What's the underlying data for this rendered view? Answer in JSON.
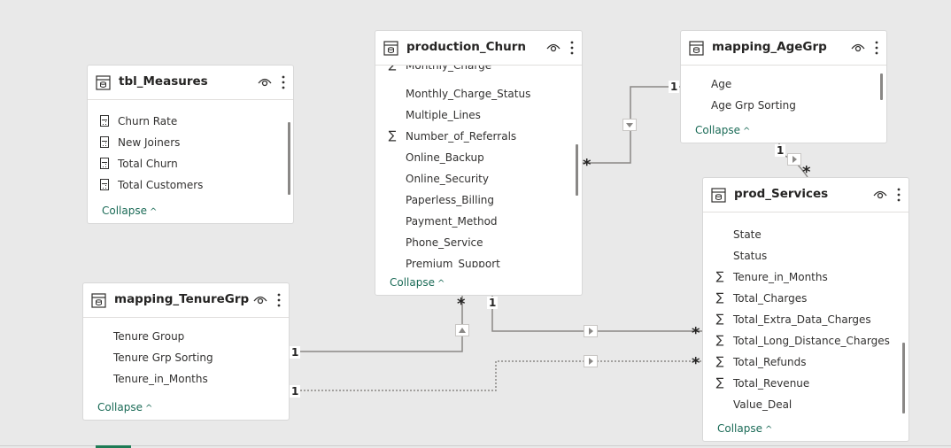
{
  "tables": {
    "tbl_measures": {
      "title": "tbl_Measures",
      "fields": [
        {
          "name": "Churn Rate",
          "icon": "calculator"
        },
        {
          "name": "New Joiners",
          "icon": "calculator"
        },
        {
          "name": "Total Churn",
          "icon": "calculator"
        },
        {
          "name": "Total Customers",
          "icon": "calculator"
        }
      ],
      "collapse_label": "Collapse"
    },
    "production_churn": {
      "title": "production_Churn",
      "fields": [
        {
          "name": "Monthly_Charge",
          "icon": "sum"
        },
        {
          "name": "Monthly_Charge_Status",
          "icon": ""
        },
        {
          "name": "Multiple_Lines",
          "icon": ""
        },
        {
          "name": "Number_of_Referrals",
          "icon": "sum"
        },
        {
          "name": "Online_Backup",
          "icon": ""
        },
        {
          "name": "Online_Security",
          "icon": ""
        },
        {
          "name": "Paperless_Billing",
          "icon": ""
        },
        {
          "name": "Payment_Method",
          "icon": ""
        },
        {
          "name": "Phone_Service",
          "icon": ""
        },
        {
          "name": "Premium_Support",
          "icon": ""
        }
      ],
      "collapse_label": "Collapse"
    },
    "mapping_agegrp": {
      "title": "mapping_AgeGrp",
      "fields": [
        {
          "name": "Age",
          "icon": ""
        },
        {
          "name": "Age Grp Sorting",
          "icon": ""
        }
      ],
      "collapse_label": "Collapse"
    },
    "mapping_tenuregrp": {
      "title": "mapping_TenureGrp",
      "fields": [
        {
          "name": "Tenure Group",
          "icon": ""
        },
        {
          "name": "Tenure Grp Sorting",
          "icon": ""
        },
        {
          "name": "Tenure_in_Months",
          "icon": ""
        }
      ],
      "collapse_label": "Collapse"
    },
    "prod_services": {
      "title": "prod_Services",
      "fields": [
        {
          "name": "State",
          "icon": ""
        },
        {
          "name": "Status",
          "icon": ""
        },
        {
          "name": "Tenure_in_Months",
          "icon": "sum"
        },
        {
          "name": "Total_Charges",
          "icon": "sum"
        },
        {
          "name": "Total_Extra_Data_Charges",
          "icon": "sum"
        },
        {
          "name": "Total_Long_Distance_Charges",
          "icon": "sum"
        },
        {
          "name": "Total_Refunds",
          "icon": "sum"
        },
        {
          "name": "Total_Revenue",
          "icon": "sum"
        },
        {
          "name": "Value_Deal",
          "icon": ""
        }
      ],
      "collapse_label": "Collapse"
    }
  },
  "cardinality": {
    "one": "1",
    "many": "*"
  },
  "icons": {
    "table": "table-icon",
    "visibility": "eye-icon",
    "more": "more-options-icon",
    "sum": "sigma-icon",
    "measure": "calculator-icon"
  },
  "colors": {
    "canvas": "#e9e9e9",
    "card": "#ffffff",
    "collapse_link": "#1b6b57",
    "line": "#8a8886",
    "accent_tab": "#1e7b55"
  }
}
